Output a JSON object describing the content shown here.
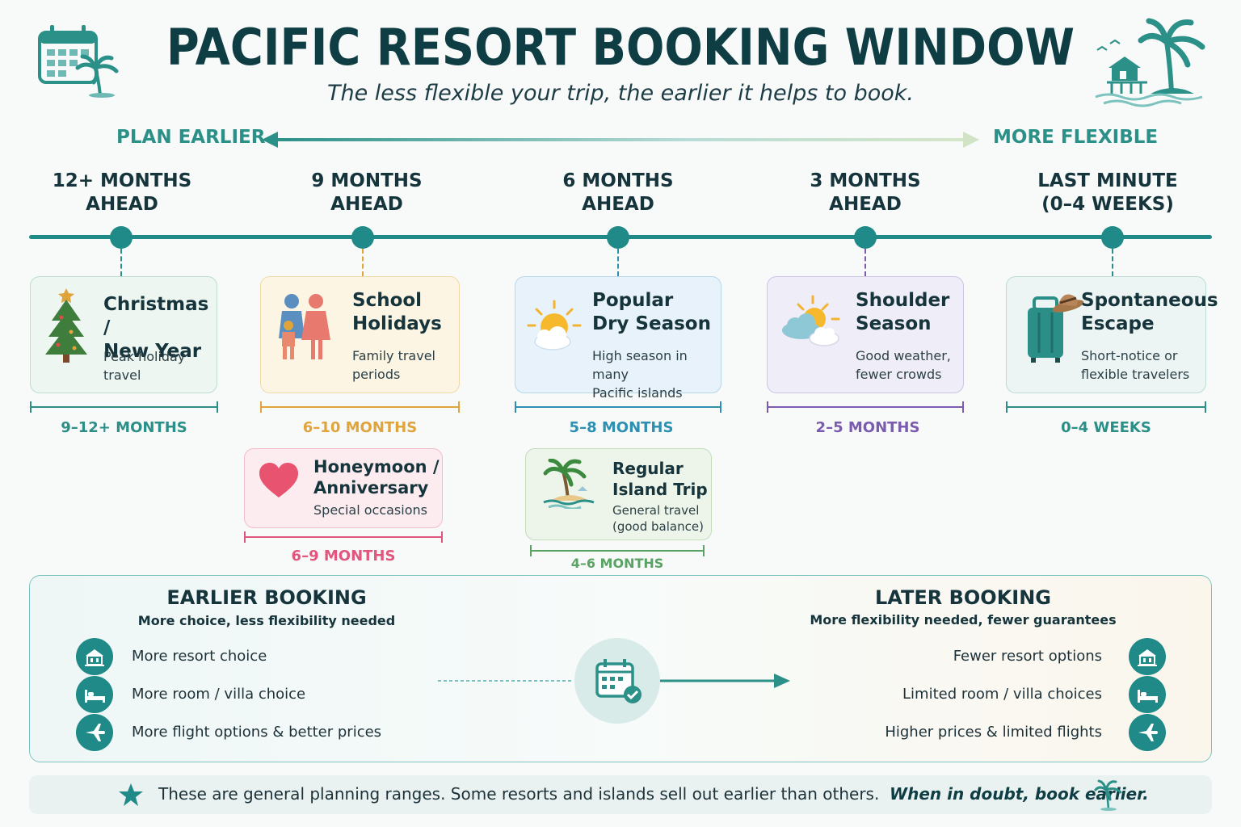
{
  "header": {
    "title": "PACIFIC RESORT BOOKING WINDOW",
    "subtitle": "The less flexible your trip, the earlier it helps to book."
  },
  "direction": {
    "left_label": "PLAN EARLIER",
    "right_label": "MORE FLEXIBLE"
  },
  "stages": [
    {
      "line1": "12+ MONTHS",
      "line2": "AHEAD"
    },
    {
      "line1": "9 MONTHS",
      "line2": "AHEAD"
    },
    {
      "line1": "6 MONTHS",
      "line2": "AHEAD"
    },
    {
      "line1": "3 MONTHS",
      "line2": "AHEAD"
    },
    {
      "line1": "LAST MINUTE",
      "line2": "(0–4 WEEKS)"
    }
  ],
  "cards": [
    {
      "title1": "Christmas /",
      "title2": "New Year",
      "desc1": "Peak holiday",
      "desc2": "travel",
      "range": "9–12+ MONTHS",
      "icon": "christmas-tree-icon",
      "color": "#2b8f87"
    },
    {
      "title1": "School",
      "title2": "Holidays",
      "desc1": "Family travel",
      "desc2": "periods",
      "range": "6–10 MONTHS",
      "icon": "family-icon",
      "color": "#e0a43a"
    },
    {
      "title1": "Popular",
      "title2": "Dry Season",
      "desc1": "High season in many",
      "desc2": "Pacific islands",
      "range": "5–8 MONTHS",
      "icon": "sun-cloud-icon",
      "color": "#2f8fb0"
    },
    {
      "title1": "Shoulder",
      "title2": "Season",
      "desc1": "Good weather,",
      "desc2": "fewer crowds",
      "range": "2–5 MONTHS",
      "icon": "partly-cloudy-icon",
      "color": "#7a5bb0"
    },
    {
      "title1": "Spontaneous",
      "title2": "Escape",
      "desc1": "Short-notice or",
      "desc2": "flexible travelers",
      "range": "0–4 WEEKS",
      "icon": "suitcase-icon",
      "color": "#2b8f87"
    }
  ],
  "extra_cards": [
    {
      "title1": "Honeymoon /",
      "title2": "Anniversary",
      "desc1": "Special occasions",
      "desc2": "",
      "range": "6–9 MONTHS",
      "icon": "heart-icon",
      "color": "#e0567e"
    },
    {
      "title1": "Regular",
      "title2": "Island Trip",
      "desc1": "General travel",
      "desc2": "(good balance)",
      "range": "4–6 MONTHS",
      "icon": "palm-island-icon",
      "color": "#5aa364"
    }
  ],
  "compare": {
    "earlier": {
      "heading": "EARLIER BOOKING",
      "sub": "More choice, less flexibility needed",
      "items": [
        "More resort choice",
        "More room / villa choice",
        "More flight options & better prices"
      ]
    },
    "later": {
      "heading": "LATER BOOKING",
      "sub": "More flexibility needed, fewer guarantees",
      "items": [
        "Fewer resort options",
        "Limited room / villa choices",
        "Higher prices & limited flights"
      ]
    }
  },
  "footer": {
    "text": "These are general planning ranges. Some resorts and islands sell out earlier than others.",
    "emphasis": "When in doubt, book earlier."
  }
}
